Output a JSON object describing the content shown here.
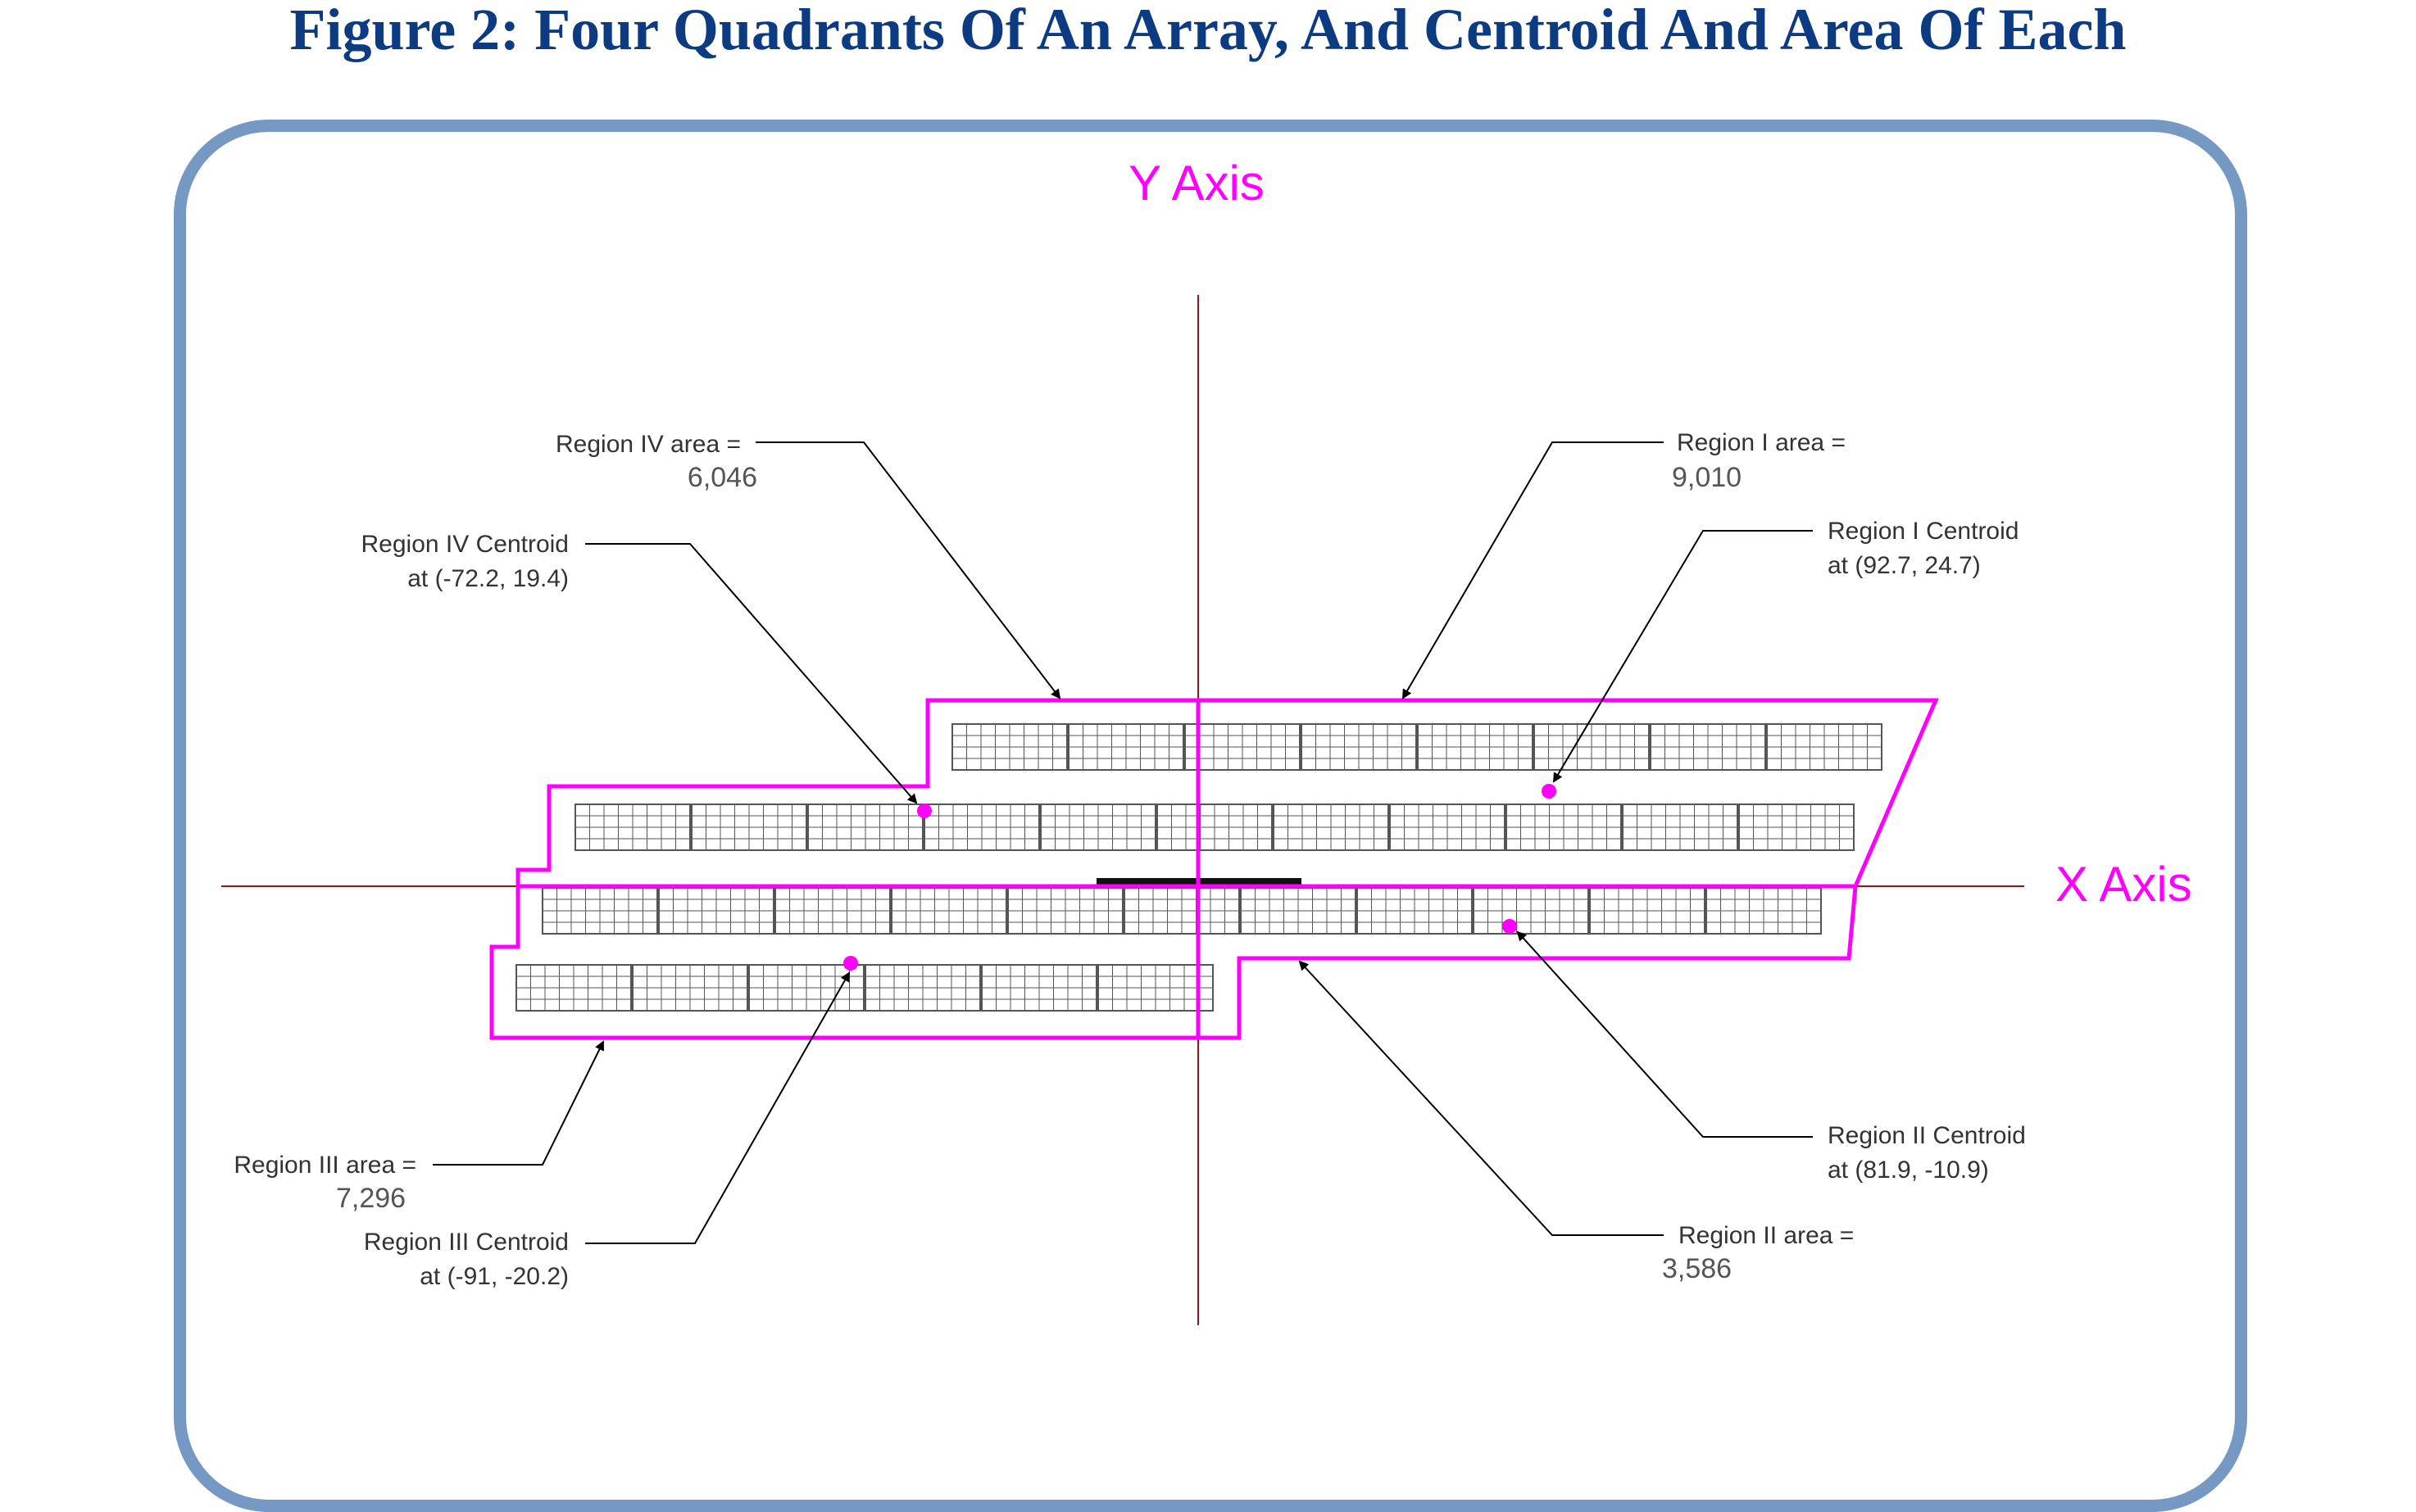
{
  "title": "Figure 2: Four Quadrants Of An Array, And Centroid And Area Of Each",
  "colors": {
    "title": "#0d3b82",
    "frame": "#7699c4",
    "axis_line": "#8b1a1a",
    "region_outline": "#ff00ff",
    "axis_label": "#ff00ff",
    "centroid_dot": "#ff00ff",
    "panel_grid": "#555555",
    "leader_line": "#000000"
  },
  "axes": {
    "y_label": "Y  Axis",
    "x_label": "X  Axis"
  },
  "regions": {
    "region_1": {
      "area_label": "Region I area =",
      "area_value": "9,010",
      "centroid_label": "Region I Centroid",
      "centroid_coords": "at (92.7, 24.7)"
    },
    "region_2": {
      "area_label": "Region II area =",
      "area_value": "3,586",
      "centroid_label": "Region II Centroid",
      "centroid_coords": "at (81.9, -10.9)"
    },
    "region_3": {
      "area_label": "Region III area =",
      "area_value": "7,296",
      "centroid_label": "Region III Centroid",
      "centroid_coords": "at (-91, -20.2)"
    },
    "region_4": {
      "area_label": "Region IV area =",
      "area_value": "6,046",
      "centroid_label": "Region IV Centroid",
      "centroid_coords": "at (-72.2, 19.4)"
    }
  },
  "panel_rows": [
    {
      "row": 1,
      "panel_blocks": 8
    },
    {
      "row": 2,
      "panel_blocks": 11
    },
    {
      "row": 3,
      "panel_blocks": 11
    },
    {
      "row": 4,
      "panel_blocks": 6
    }
  ]
}
